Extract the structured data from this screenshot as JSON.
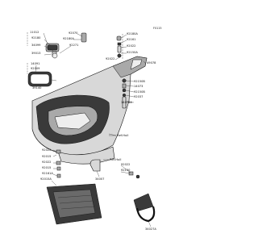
{
  "drawing_code": "F0115",
  "callouts": [
    {
      "id": "c1",
      "text": "11012"
    },
    {
      "id": "c2",
      "text": "92180"
    },
    {
      "id": "c3",
      "text": "34099"
    },
    {
      "id": "c4",
      "text": "39013"
    },
    {
      "id": "c5",
      "text": "92070"
    },
    {
      "id": "c6",
      "text": "92180A"
    },
    {
      "id": "c7",
      "text": "92271"
    },
    {
      "id": "c8",
      "text": "92180A"
    },
    {
      "id": "c9",
      "text": "92161"
    },
    {
      "id": "c10",
      "text": "92022"
    },
    {
      "id": "c11",
      "text": "92150A"
    },
    {
      "id": "c12",
      "text": "92022"
    },
    {
      "id": "c13",
      "text": "49078"
    },
    {
      "id": "c14",
      "text": "14091"
    },
    {
      "id": "c15",
      "text": "92009"
    },
    {
      "id": "c16",
      "text": "39140"
    },
    {
      "id": "c17",
      "text": "92150B"
    },
    {
      "id": "c18",
      "text": "14073"
    },
    {
      "id": "c19",
      "text": "92150B"
    },
    {
      "id": "c20",
      "text": "92037"
    },
    {
      "id": "c21",
      "text": "14073A"
    },
    {
      "id": "c22",
      "text": "92022"
    },
    {
      "id": "c23",
      "text": "92015"
    },
    {
      "id": "c24",
      "text": "92022"
    },
    {
      "id": "c25",
      "text": "92015"
    },
    {
      "id": "c26",
      "text": "92161A"
    },
    {
      "id": "c27",
      "text": "92015A"
    },
    {
      "id": "c28",
      "text": "92022"
    },
    {
      "id": "c29",
      "text": "92150"
    },
    {
      "id": "c30",
      "text": "34007"
    },
    {
      "id": "c31",
      "text": "34027A"
    }
  ],
  "references": [
    {
      "id": "r1",
      "text": "Ref.Hull"
    },
    {
      "id": "r2",
      "text": "Ref.Hull"
    }
  ]
}
